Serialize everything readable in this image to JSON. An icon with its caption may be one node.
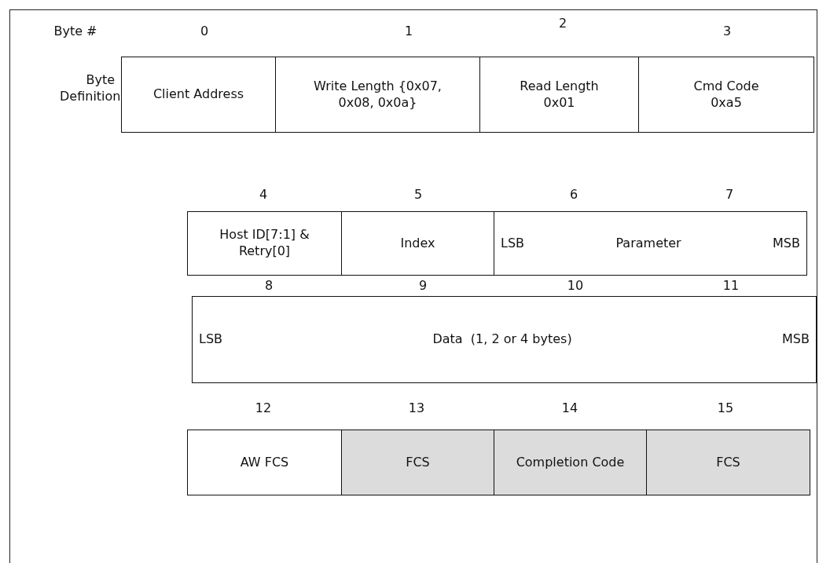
{
  "diagram": {
    "nodes": [
      {
        "text": [
          "Client Address"
        ]
      },
      {
        "text": [
          "Write Length {0x07, 0x08, 0x0a}"
        ]
      },
      {
        "text": [
          "Read Length 0x01"
        ]
      },
      {
        "text": [
          "Cmd Code 0xa5"
        ]
      },
      {
        "text": [
          "Host ID[7:1] & Retry[0]"
        ]
      },
      {
        "text": [
          "Index"
        ]
      },
      {
        "text": [
          "LSB",
          "Parameter",
          "MSB"
        ]
      },
      {
        "text": [
          "LSB",
          "Data  (1, 2 or 4 bytes)",
          "MSB"
        ]
      },
      {
        "text": [
          "AW FCS"
        ]
      },
      {
        "text": [
          "FCS"
        ]
      },
      {
        "text": [
          "Completion Code"
        ]
      },
      {
        "text": [
          "FCS"
        ]
      }
    ],
    "labels": [
      "Byte #",
      "0",
      "1",
      "2",
      "3",
      "Byte Definition",
      "4",
      "5",
      "6",
      "7",
      "8",
      "9",
      "10",
      "11",
      "12",
      "13",
      "14",
      "15"
    ]
  }
}
